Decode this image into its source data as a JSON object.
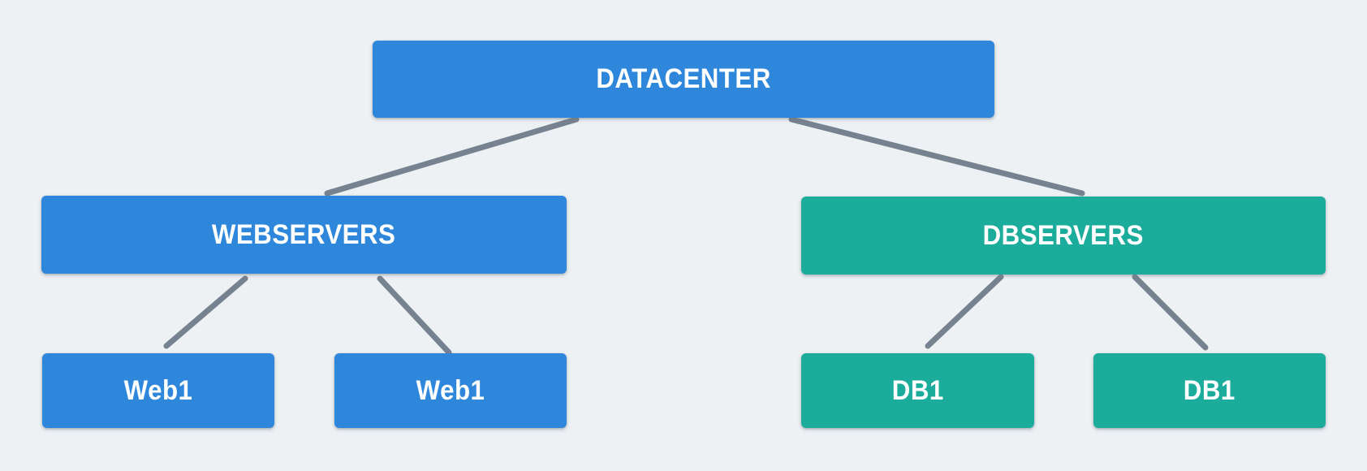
{
  "diagram": {
    "type": "tree",
    "background_color": "#edf1f4",
    "edge_color": "#76828f",
    "label_color": "#ffffff",
    "palette": {
      "blue": "#2e87db",
      "teal": "#1cac9b"
    },
    "nodes": [
      {
        "id": "datacenter",
        "label": "DATACENTER",
        "color": "blue",
        "level": 0,
        "parent": null
      },
      {
        "id": "webservers",
        "label": "WEBSERVERS",
        "color": "blue",
        "level": 1,
        "parent": "datacenter"
      },
      {
        "id": "dbservers",
        "label": "DBSERVERS",
        "color": "teal",
        "level": 1,
        "parent": "datacenter"
      },
      {
        "id": "web1-left",
        "label": "Web1",
        "color": "blue",
        "level": 2,
        "parent": "webservers"
      },
      {
        "id": "web1-right",
        "label": "Web1",
        "color": "blue",
        "level": 2,
        "parent": "webservers"
      },
      {
        "id": "db1-left",
        "label": "DB1",
        "color": "teal",
        "level": 2,
        "parent": "dbservers"
      },
      {
        "id": "db1-right",
        "label": "DB1",
        "color": "teal",
        "level": 2,
        "parent": "dbservers"
      }
    ],
    "edges": [
      {
        "from": "datacenter",
        "to": "webservers"
      },
      {
        "from": "datacenter",
        "to": "dbservers"
      },
      {
        "from": "webservers",
        "to": "web1-left"
      },
      {
        "from": "webservers",
        "to": "web1-right"
      },
      {
        "from": "dbservers",
        "to": "db1-left"
      },
      {
        "from": "dbservers",
        "to": "db1-right"
      }
    ]
  }
}
